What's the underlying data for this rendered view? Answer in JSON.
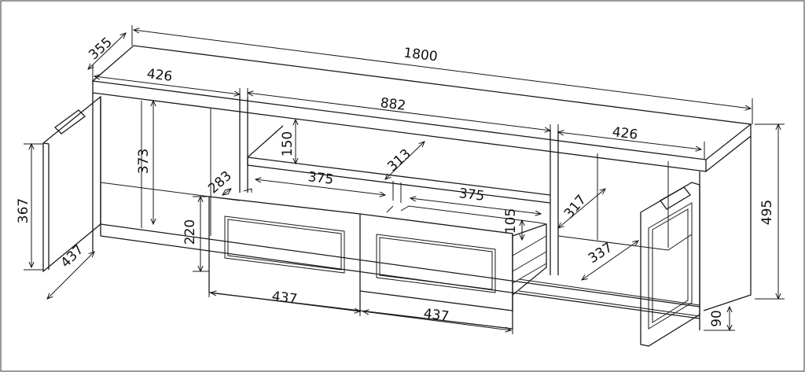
{
  "dimensions": {
    "depth_total": "355",
    "width_total": "1800",
    "left_section_width": "426",
    "middle_section_width": "882",
    "right_section_width": "426",
    "shelf_gap_height": "150",
    "shelf_depth": "313",
    "left_inner_height": "373",
    "drawer_left_inner_width": "375",
    "drawer_right_inner_width": "375",
    "drawer_depth": "283",
    "drawer_side_height": "105",
    "right_inner_height": "317",
    "door_left_height": "367",
    "drawer_front_height": "220",
    "door_left_width": "437",
    "drawer_left_front_width": "437",
    "drawer_right_front_width": "437",
    "right_section_depth": "337",
    "total_height": "495",
    "leg_height": "90"
  }
}
